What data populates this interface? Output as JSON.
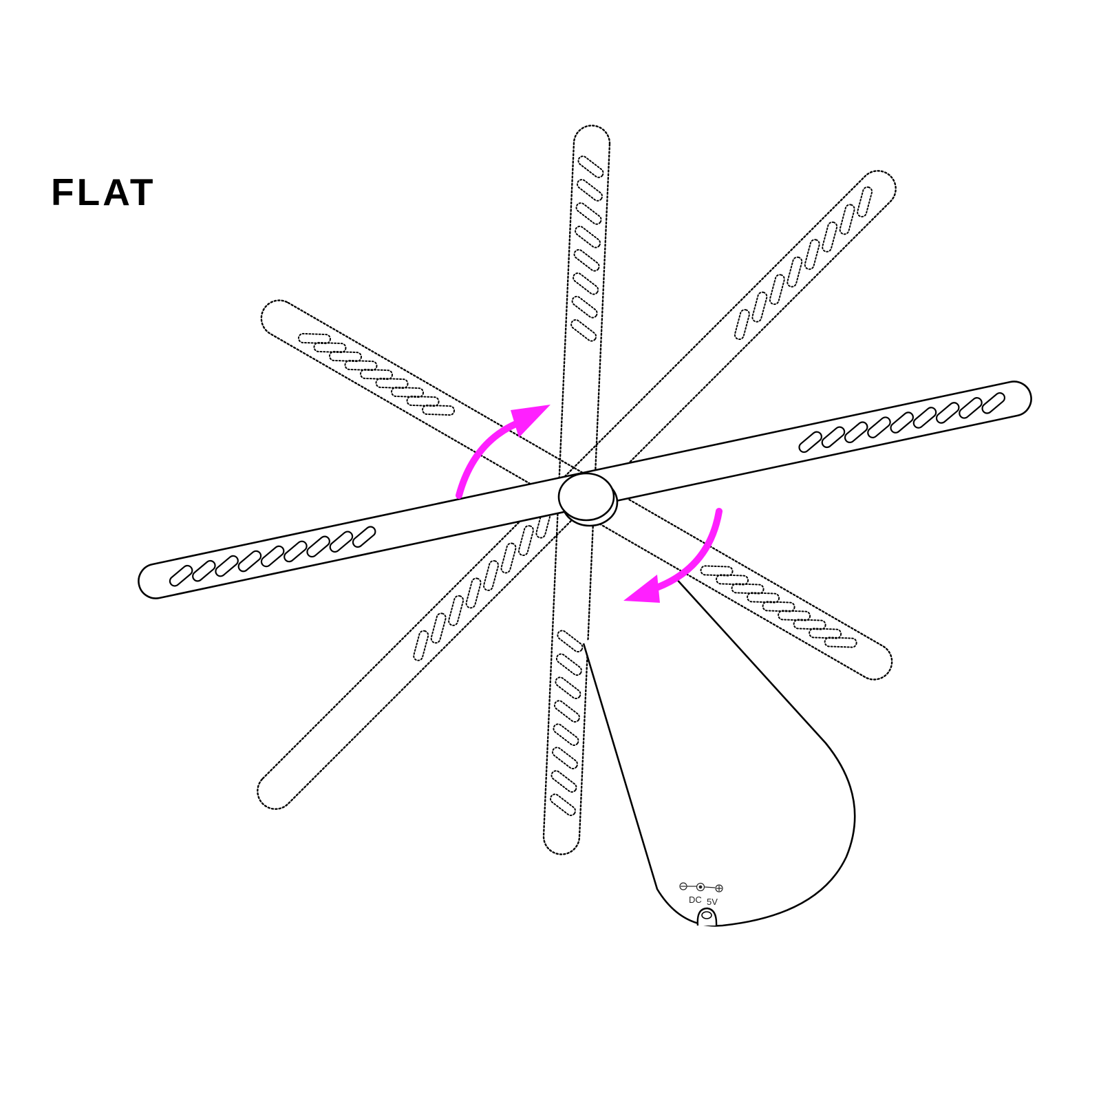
{
  "title": "FLAT",
  "base": {
    "port_label_dc": "DC",
    "port_label_voltage": "5V"
  },
  "colors": {
    "line": "#000000",
    "arrow": "#ff20ff",
    "background": "#ffffff"
  },
  "icons": {
    "arrows": [
      "curved-arrow-clockwise-icon",
      "curved-arrow-clockwise-icon"
    ],
    "polarity": [
      "minus-terminal-icon",
      "center-pin-icon",
      "plus-terminal-icon"
    ]
  }
}
